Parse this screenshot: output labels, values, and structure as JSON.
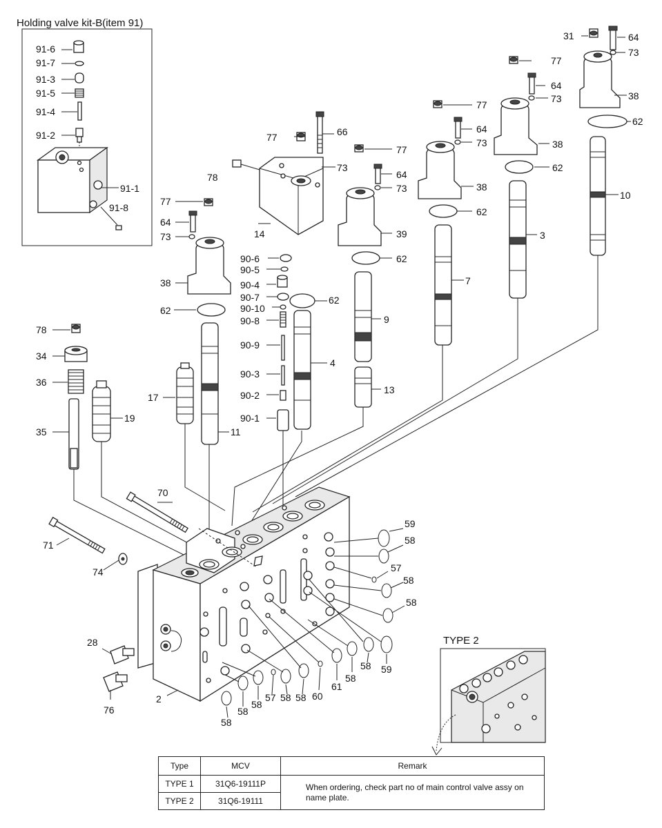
{
  "kit": {
    "title": "Holding valve kit-B(item 91)",
    "labels": {
      "k916": "91-6",
      "k917": "91-7",
      "k913": "91-3",
      "k915": "91-5",
      "k914": "91-4",
      "k912": "91-2",
      "k911": "91-1",
      "k918": "91-8"
    }
  },
  "callouts": {
    "c31": "31",
    "c64a": "64",
    "c73a": "73",
    "c38a": "38",
    "c62a": "62",
    "c10": "10",
    "c77b": "77",
    "c64b": "64",
    "c73b": "73",
    "c38b": "38",
    "c62b": "62",
    "c3": "3",
    "c77c": "77",
    "c64c": "64",
    "c73c": "73",
    "c38c": "38",
    "c62c": "62",
    "c7": "7",
    "c77d": "77",
    "c64d": "64",
    "c73d": "73",
    "c39": "39",
    "c62d": "62",
    "c9": "9",
    "c13": "13",
    "c77e": "77",
    "c66": "66",
    "c73e": "73",
    "c78a": "78",
    "c14": "14",
    "c62e": "62",
    "c4": "4",
    "c906": "90-6",
    "c905": "90-5",
    "c904": "90-4",
    "c907": "90-7",
    "c9010": "90-10",
    "c908": "90-8",
    "c909": "90-9",
    "c903": "90-3",
    "c902": "90-2",
    "c901": "90-1",
    "c77f": "77",
    "c64f": "64",
    "c73f": "73",
    "c38f": "38",
    "c62f": "62",
    "c17": "17",
    "c11": "11",
    "c78b": "78",
    "c34": "34",
    "c36": "36",
    "c35": "35",
    "c19": "19",
    "c70": "70",
    "c71": "71",
    "c74": "74",
    "c28": "28",
    "c76": "76",
    "c2": "2",
    "c59a": "59",
    "c58a": "58",
    "c57a": "57",
    "c58b": "58",
    "c58c": "58",
    "c59b": "59",
    "c58d": "58",
    "c58e": "58",
    "c61": "61",
    "c60": "60",
    "c58f": "58",
    "c57b": "57",
    "c58g": "58",
    "c58h": "58",
    "c58i": "58",
    "c58j": "58"
  },
  "type2": {
    "title": "TYPE 2"
  },
  "table": {
    "headers": {
      "type": "Type",
      "mcv": "MCV",
      "remark": "Remark"
    },
    "rows": [
      {
        "type": "TYPE 1",
        "mcv": "31Q6-19111P"
      },
      {
        "type": "TYPE 2",
        "mcv": "31Q6-19111"
      }
    ],
    "remark": "When ordering, check part no of main control valve assy on name plate."
  }
}
